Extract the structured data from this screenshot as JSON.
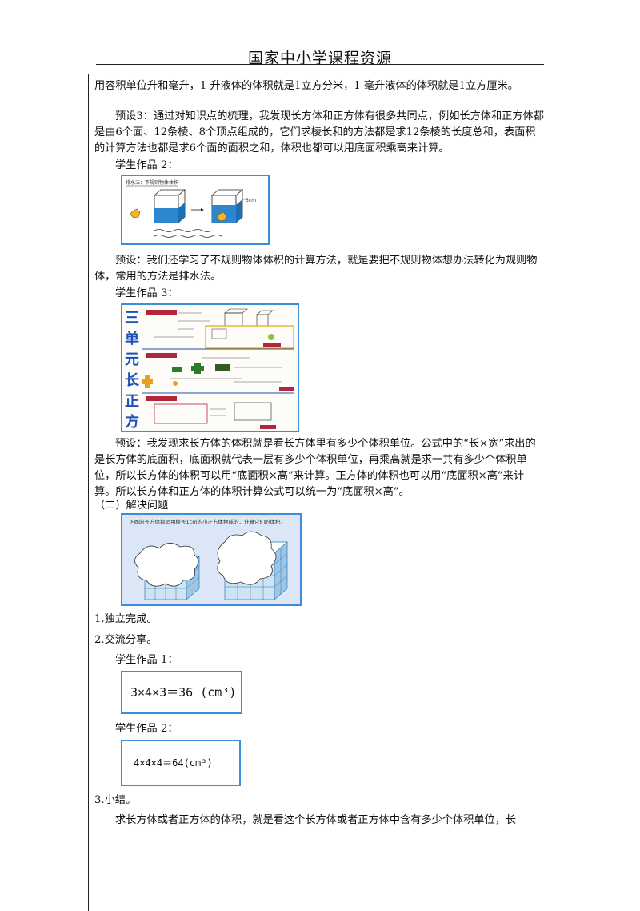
{
  "header": {
    "title": "国家中小学课程资源"
  },
  "paragraphs": {
    "p1": "用容积单位升和毫升，1 升液体的体积就是1立方分米，1 毫升液体的体积就是1立方厘米。",
    "p2": "预设3：通过对知识点的梳理，我发现长方体和正方体有很多共同点，例如长方体和正方体都是由6个面、12条棱、8个顶点组成的，它们求棱长和的方法都是求12条棱的长度总和，表面积的计算方法也都是求6个面的面积之和，体积也都可以用底面积乘高来计算。",
    "label_work2": "学生作品 2：",
    "p3": "预设：我们还学习了不规则物体体积的计算方法，就是要把不规则物体想办法转化为规则物体，常用的方法是排水法。",
    "label_work3": "学生作品 3：",
    "p4": "预设：我发现求长方体的体积就是看长方体里有多少个体积单位。公式中的“长×宽”求出的是长方体的底面积，底面积就代表一层有多少个体积单位，再乘高就是求一共有多少个体积单位，所以长方体的体积可以用“底面积×高”来计算。正方体的体积也可以用“底面积×高”来计算。所以长方体和正方体的体积计算公式可以统一为“底面积×高”。",
    "section2": "（二）解决问题",
    "step1": "1.独立完成。",
    "step2": "2.交流分享。",
    "label_work1b": "学生作品 1：",
    "label_work2b": "学生作品 2：",
    "step3": "3.小结。",
    "p5": "求长方体或者正方体的体积，就是看这个长方体或者正方体中含有多少个体积单位，长"
  },
  "figures": {
    "fig1": {
      "caption": "排水法：不规则物体体积",
      "note": "3cm"
    },
    "fig3": {
      "title_chars": "三单元(长正方体)"
    },
    "problem": {
      "text": "下面的长方体都是用棱长1cm的小正方体摆成的，计算它们的体积。"
    },
    "work1_formula": "3×4×3＝36 (cm³)",
    "work2_formula": "4×4×4＝64(cm³)"
  },
  "colors": {
    "frame_border": "#3a8fd8",
    "water": "#2e86cf",
    "problem_bg": "#dbe7f6"
  }
}
